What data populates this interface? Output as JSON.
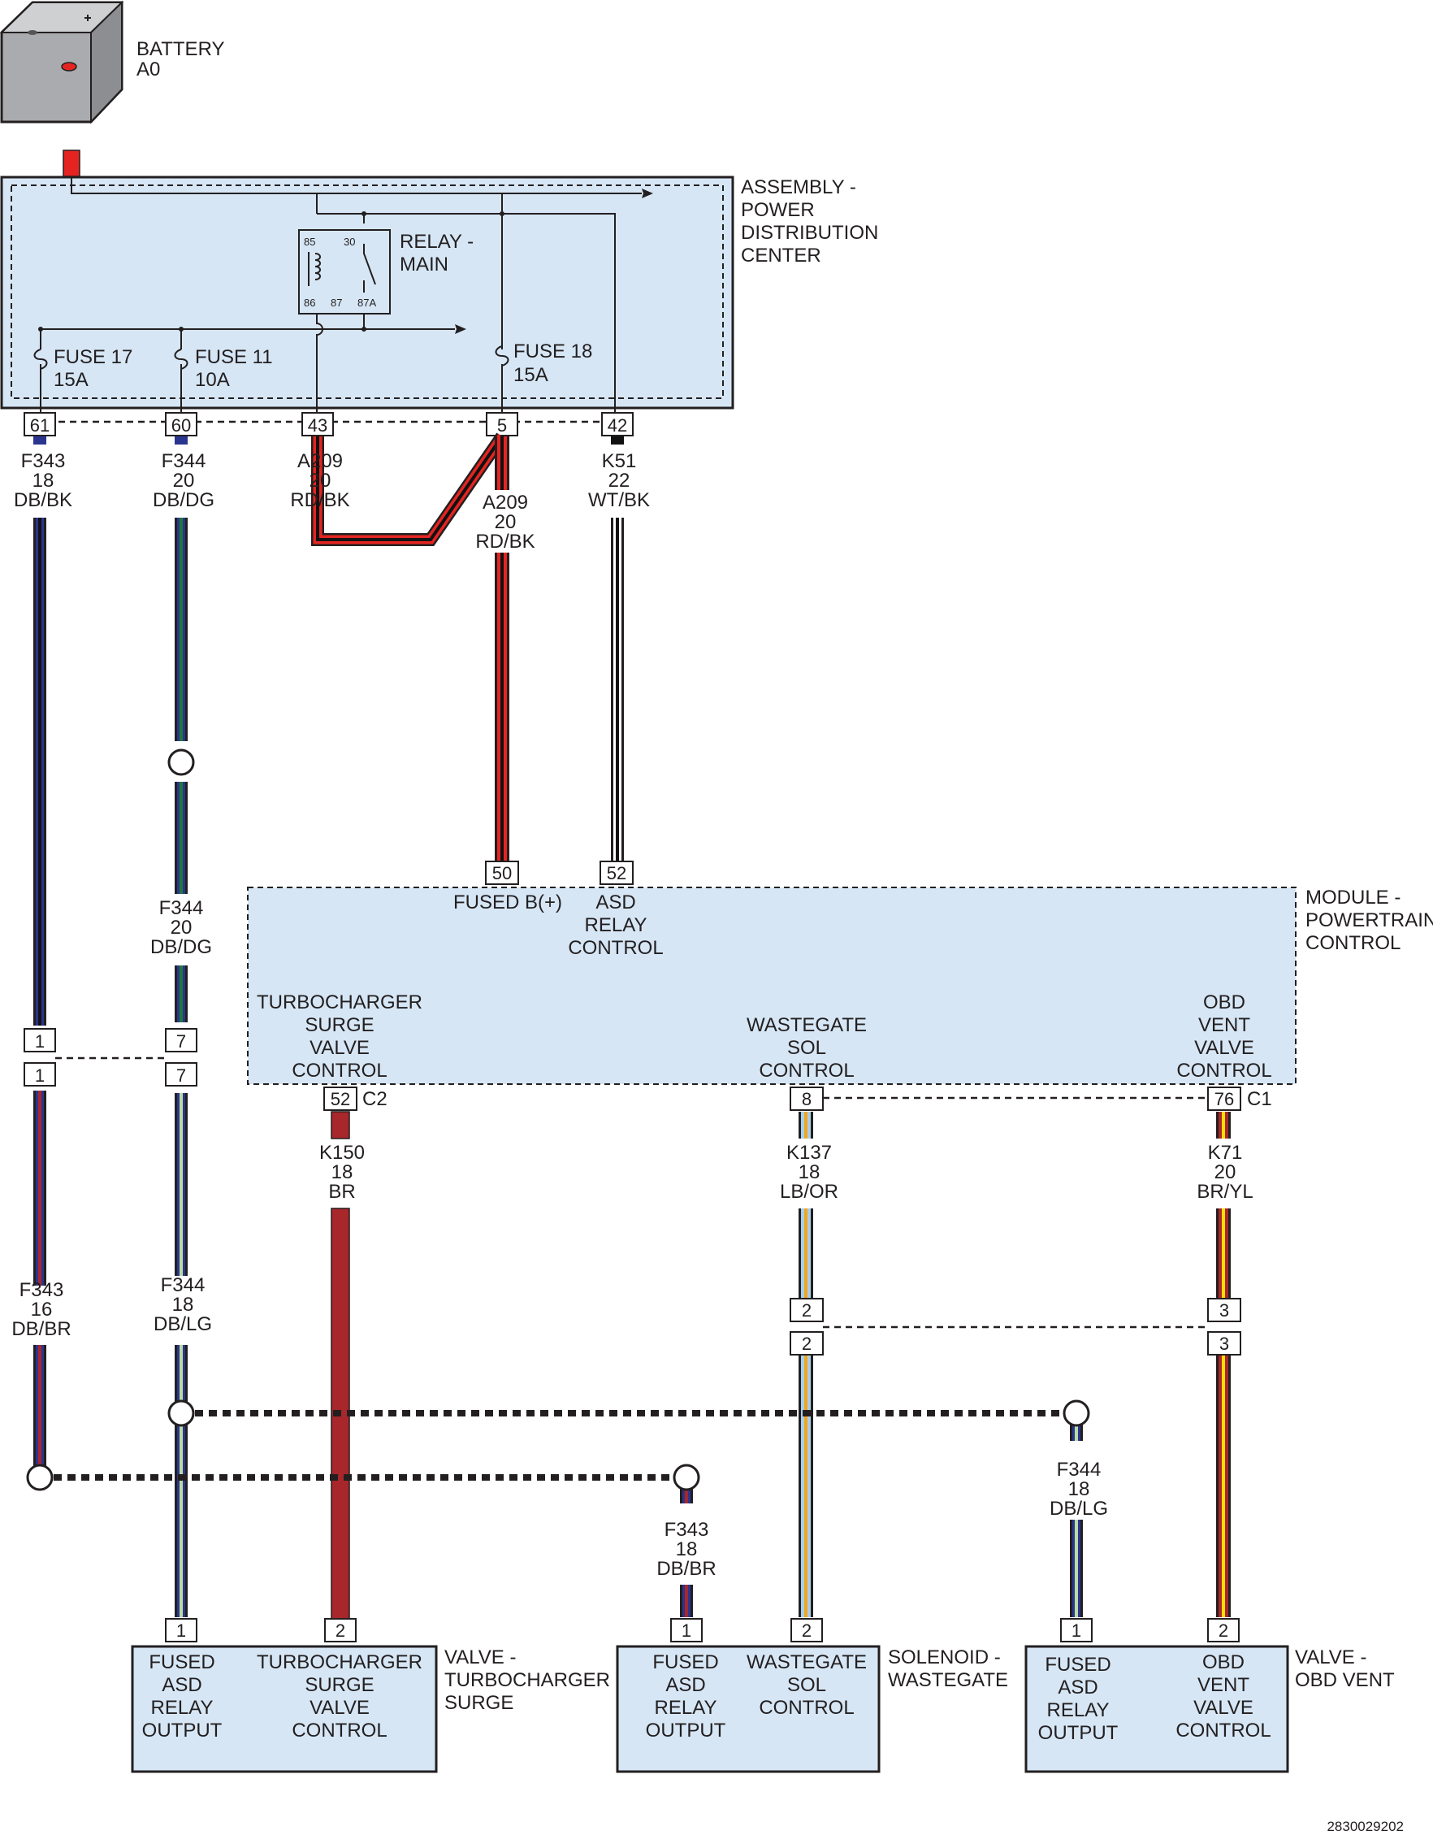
{
  "diagram_id": "2830029202",
  "battery": {
    "name": "BATTERY",
    "ref": "A0"
  },
  "pdc": {
    "title_lines": [
      "ASSEMBLY -",
      "POWER",
      "DISTRIBUTION",
      "CENTER"
    ],
    "relay": {
      "name_lines": [
        "RELAY -",
        "MAIN"
      ],
      "pins": [
        "85",
        "30",
        "86",
        "87",
        "87A"
      ]
    },
    "fuses": [
      {
        "name": "FUSE 17",
        "rating": "15A"
      },
      {
        "name": "FUSE 11",
        "rating": "10A"
      },
      {
        "name": "FUSE 18",
        "rating": "15A"
      }
    ],
    "pins": [
      "61",
      "60",
      "43",
      "5",
      "42"
    ]
  },
  "wires_top": [
    {
      "circuit": "F343",
      "gauge": "18",
      "color": "DB/BK"
    },
    {
      "circuit": "F344",
      "gauge": "20",
      "color": "DB/DG"
    },
    {
      "circuit": "A209",
      "gauge": "20",
      "color": "RD/BK"
    },
    {
      "circuit": "A209",
      "gauge": "20",
      "color": "RD/BK"
    },
    {
      "circuit": "K51",
      "gauge": "22",
      "color": "WT/BK"
    }
  ],
  "wire_f344_mid": {
    "circuit": "F344",
    "gauge": "20",
    "color": "DB/DG"
  },
  "inline_connector_left": {
    "pins": [
      "1",
      "7"
    ]
  },
  "pcm": {
    "title_lines": [
      "MODULE -",
      "POWERTRAIN",
      "CONTROL"
    ],
    "top_pins": [
      "50",
      "52"
    ],
    "top_labels": {
      "fused": "FUSED B(+)",
      "asd_lines": [
        "ASD",
        "RELAY",
        "CONTROL"
      ]
    },
    "outputs": [
      {
        "lines": [
          "TURBOCHARGER",
          "SURGE",
          "VALVE",
          "CONTROL"
        ],
        "pin": "52",
        "connector": "C2"
      },
      {
        "lines": [
          "WASTEGATE",
          "SOL",
          "CONTROL"
        ],
        "pin": "8",
        "connector": ""
      },
      {
        "lines": [
          "OBD",
          "VENT",
          "VALVE",
          "CONTROL"
        ],
        "pin": "76",
        "connector": "C1"
      }
    ]
  },
  "wires_pcm_out": [
    {
      "circuit": "K150",
      "gauge": "18",
      "color": "BR"
    },
    {
      "circuit": "K137",
      "gauge": "18",
      "color": "LB/OR"
    },
    {
      "circuit": "K71",
      "gauge": "20",
      "color": "BR/YL"
    }
  ],
  "wires_lower": [
    {
      "circuit": "F343",
      "gauge": "16",
      "color": "DB/BR"
    },
    {
      "circuit": "F344",
      "gauge": "18",
      "color": "DB/LG"
    }
  ],
  "inline_connector_right": {
    "pins": [
      "2",
      "3"
    ]
  },
  "splice_wires": [
    {
      "circuit": "F344",
      "gauge": "18",
      "color": "DB/LG"
    },
    {
      "circuit": "F343",
      "gauge": "18",
      "color": "DB/BR"
    }
  ],
  "components": [
    {
      "name_lines": [
        "VALVE -",
        "TURBOCHARGER",
        "SURGE"
      ],
      "pins": [
        "1",
        "2"
      ],
      "pin_labels": [
        [
          "FUSED",
          "ASD",
          "RELAY",
          "OUTPUT"
        ],
        [
          "TURBOCHARGER",
          "SURGE",
          "VALVE",
          "CONTROL"
        ]
      ]
    },
    {
      "name_lines": [
        "SOLENOID -",
        "WASTEGATE"
      ],
      "pins": [
        "1",
        "2"
      ],
      "pin_labels": [
        [
          "FUSED",
          "ASD",
          "RELAY",
          "OUTPUT"
        ],
        [
          "WASTEGATE",
          "SOL",
          "CONTROL"
        ]
      ]
    },
    {
      "name_lines": [
        "VALVE -",
        "OBD VENT"
      ],
      "pins": [
        "1",
        "2"
      ],
      "pin_labels": [
        [
          "FUSED",
          "ASD",
          "RELAY",
          "OUTPUT"
        ],
        [
          "OBD",
          "VENT",
          "VALVE",
          "CONTROL"
        ]
      ]
    }
  ],
  "wire_colors": {
    "red": "#e52421",
    "black": "#111111",
    "dark_blue": "#2a3590",
    "dark_green": "#1f7a3a",
    "light_green": "#b9dc9e",
    "brown": "#a8272b",
    "light_blue": "#a9cfe8",
    "orange": "#f3a51d",
    "yellow": "#f6e000",
    "white": "#ffffff",
    "panel_fill": "#d6e6f5"
  }
}
